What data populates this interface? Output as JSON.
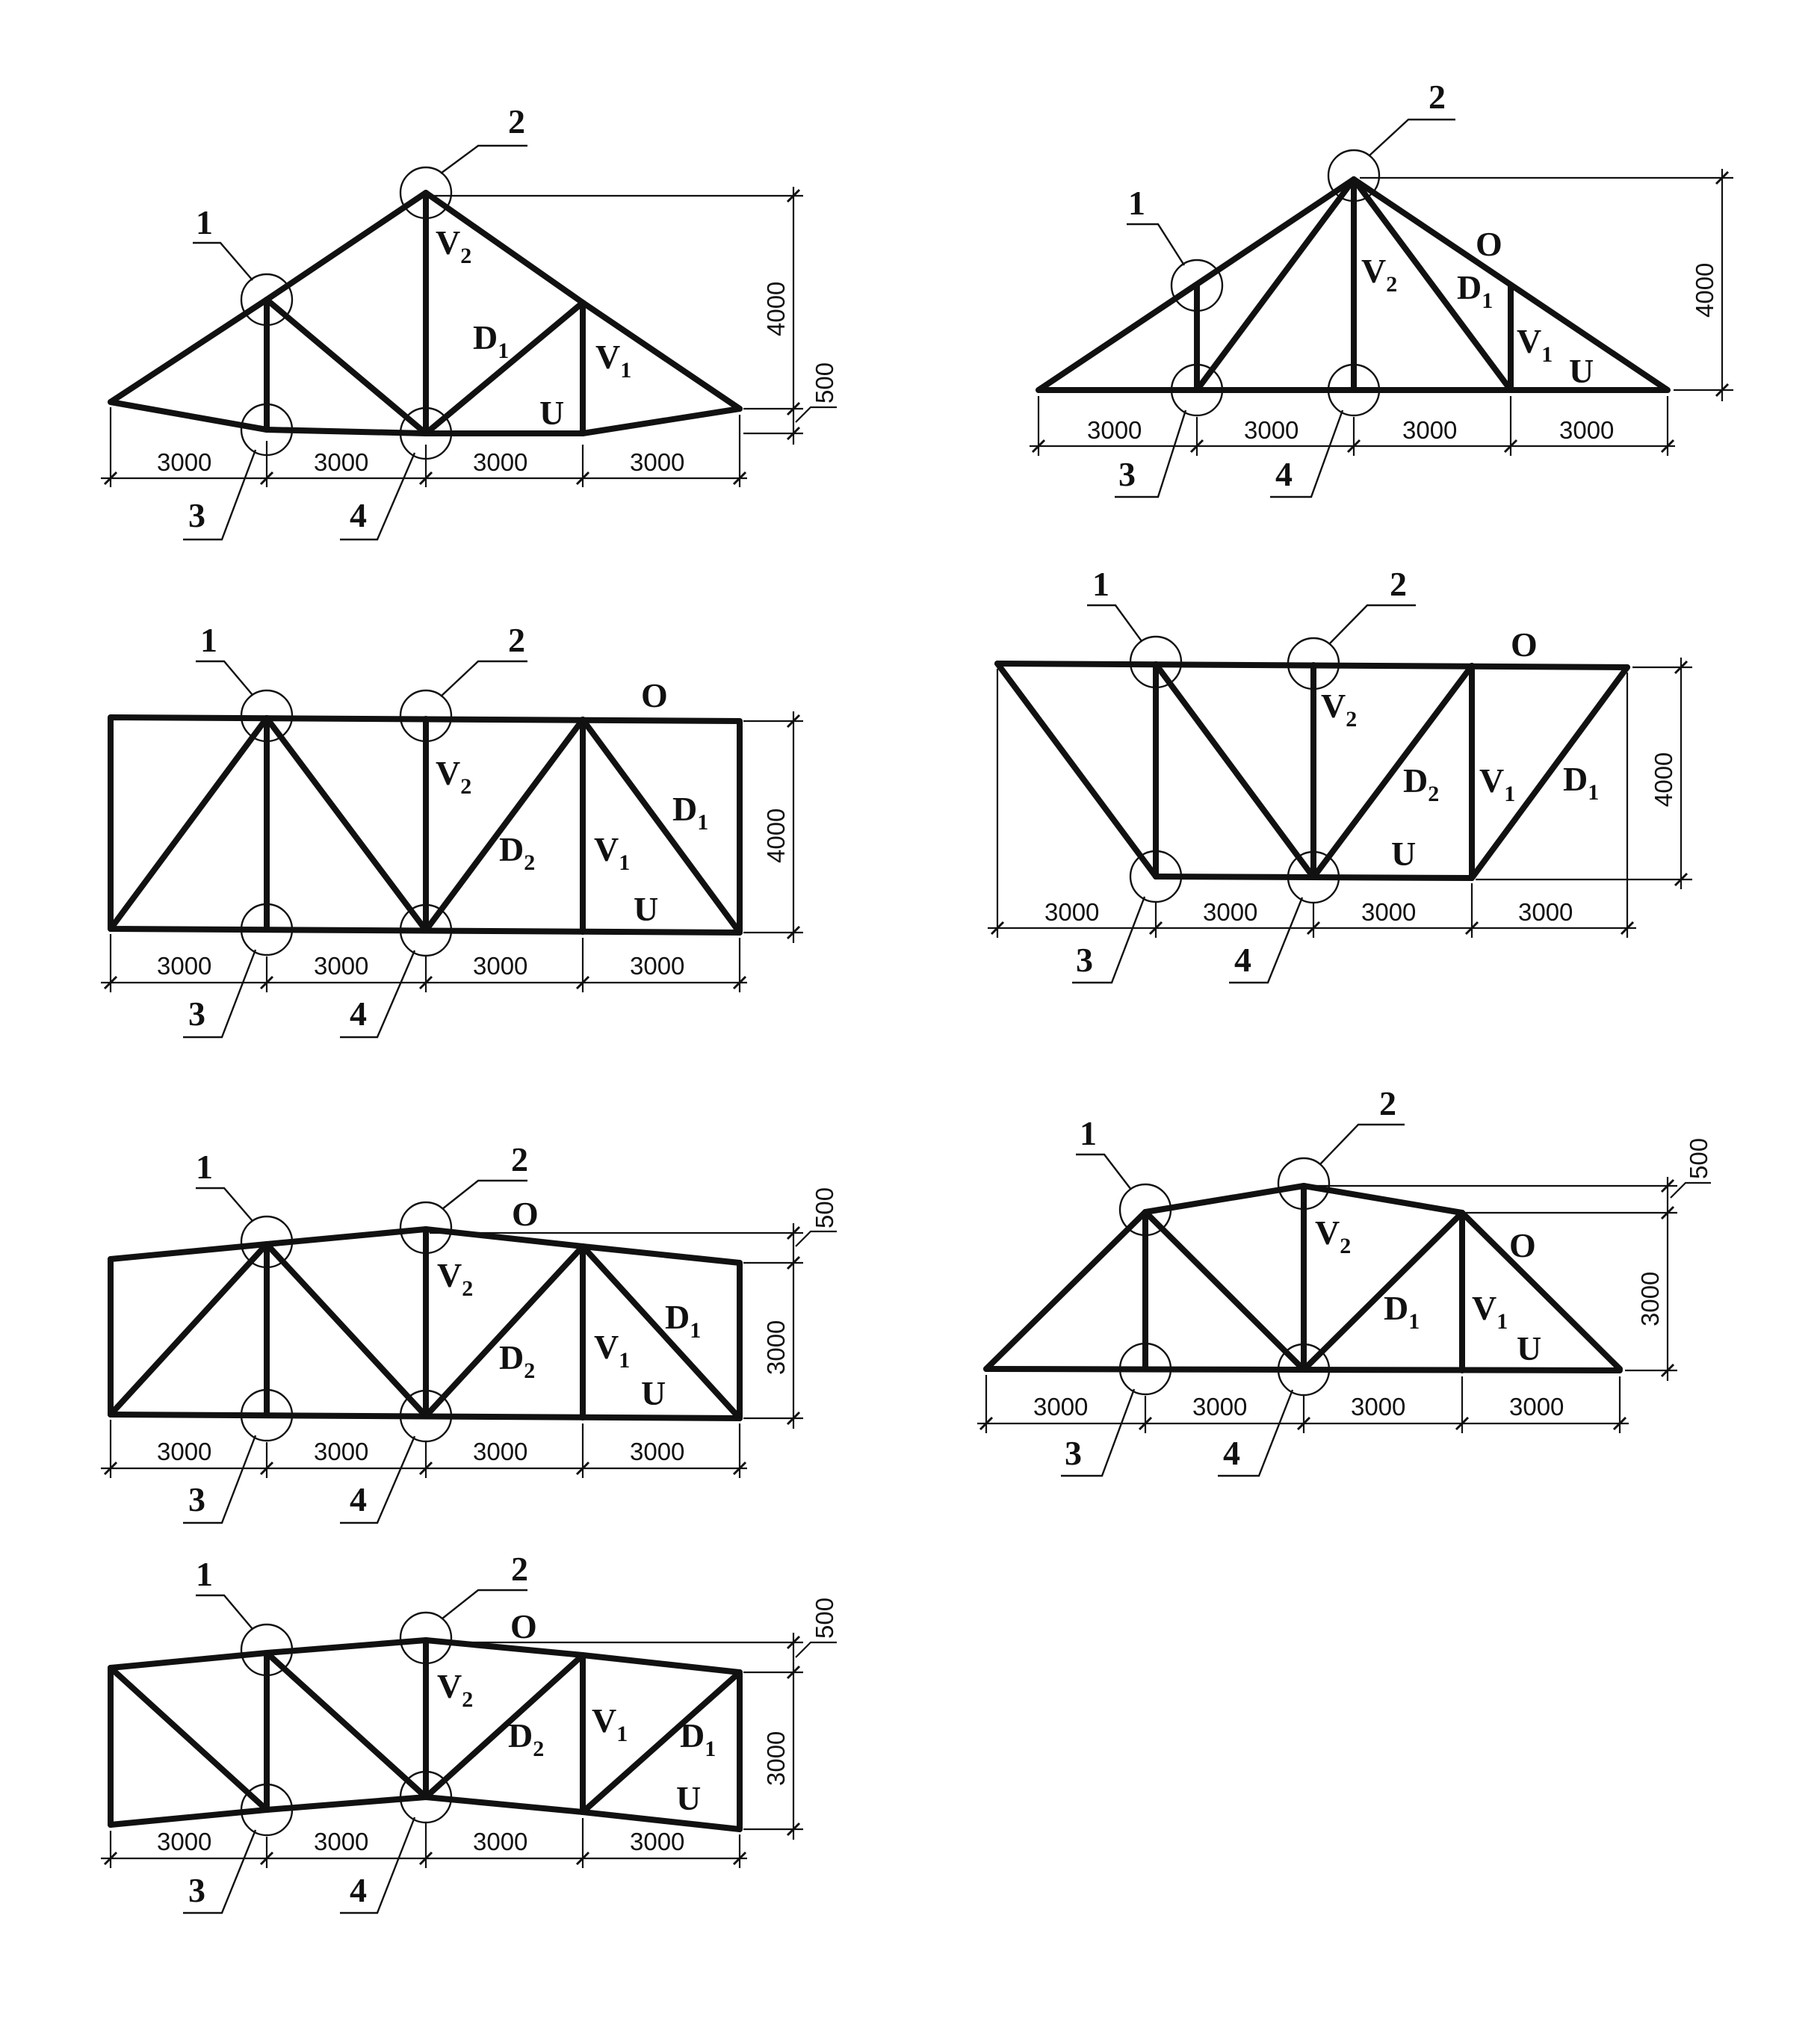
{
  "sheet": {
    "background": "#ffffff",
    "ink": "#111111"
  },
  "member_labels": {
    "O": "O",
    "U": "U",
    "V1": "V",
    "V1_sub": "1",
    "V2": "V",
    "V2_sub": "2",
    "D1": "D",
    "D1_sub": "1",
    "D2": "D",
    "D2_sub": "2"
  },
  "node_labels": [
    "1",
    "2",
    "3",
    "4"
  ],
  "dimensions": {
    "bay": "3000",
    "height_4000": "4000",
    "height_3000": "3000",
    "offset_500": "500"
  },
  "trusses": [
    {
      "id": "truss-1",
      "type": "polygonal chord, lower chord sloped",
      "members_shown": [
        "V2",
        "D1",
        "V1",
        "U"
      ],
      "height": "4000",
      "offset": "500",
      "bays": 4,
      "bay_width": "3000"
    },
    {
      "id": "truss-2",
      "type": "triangular",
      "members_shown": [
        "O",
        "V2",
        "D1",
        "V1",
        "U"
      ],
      "height": "4000",
      "bays": 4,
      "bay_width": "3000"
    },
    {
      "id": "truss-3",
      "type": "parallel chord",
      "members_shown": [
        "O",
        "V2",
        "D2",
        "V1",
        "D1",
        "U"
      ],
      "height": "4000",
      "bays": 4,
      "bay_width": "3000"
    },
    {
      "id": "truss-4",
      "type": "trapezoidal, inverted",
      "members_shown": [
        "O",
        "V2",
        "D2",
        "V1",
        "D1",
        "U"
      ],
      "height": "4000",
      "bays": 4,
      "bay_width": "3000"
    },
    {
      "id": "truss-5",
      "type": "pitched top chord",
      "members_shown": [
        "O",
        "V2",
        "D2",
        "V1",
        "D1",
        "U"
      ],
      "height": "3000",
      "offset": "500",
      "bays": 4,
      "bay_width": "3000"
    },
    {
      "id": "truss-6",
      "type": "polygonal top chord",
      "members_shown": [
        "V2",
        "D1",
        "V1",
        "O",
        "U"
      ],
      "height": "3000",
      "offset": "500",
      "bays": 4,
      "bay_width": "3000"
    },
    {
      "id": "truss-7",
      "type": "pitched top and bottom chord",
      "members_shown": [
        "O",
        "V2",
        "D2",
        "V1",
        "D1",
        "U"
      ],
      "height": "3000",
      "offset": "500",
      "bays": 4,
      "bay_width": "3000"
    }
  ]
}
